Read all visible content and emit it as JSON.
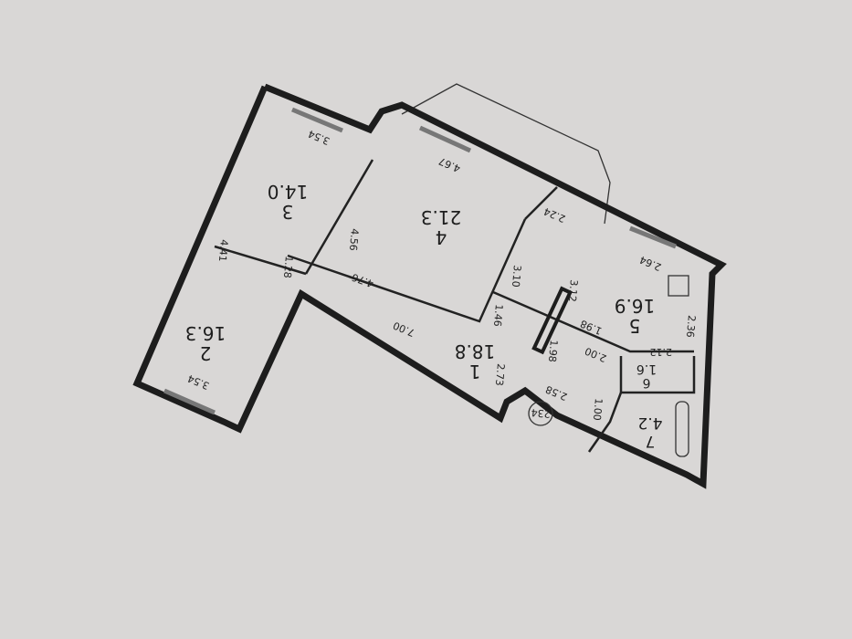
{
  "rooms": [
    {
      "number": "1",
      "area": "18.8"
    },
    {
      "number": "2",
      "area": "16.3"
    },
    {
      "number": "3",
      "area": "14.0"
    },
    {
      "number": "4",
      "area": "21.3"
    },
    {
      "number": "5",
      "area": "16.9"
    },
    {
      "number": "6",
      "area": "1.6"
    },
    {
      "number": "7",
      "area": "4.2"
    }
  ],
  "dimensions": [
    "3.54",
    "4.41",
    "3.54",
    "4.56",
    "1.28",
    "4.76",
    "4.67",
    "2.24",
    "3.10",
    "1.46",
    "3.12",
    "2.64",
    "2.36",
    "1.98",
    "2.12",
    "2.00",
    "1.98",
    "7.00",
    "2.73",
    "2.58",
    "1.00"
  ],
  "marker": "234",
  "colors": {
    "paper": "#d9d7d6",
    "ink": "#1d1d1d"
  }
}
